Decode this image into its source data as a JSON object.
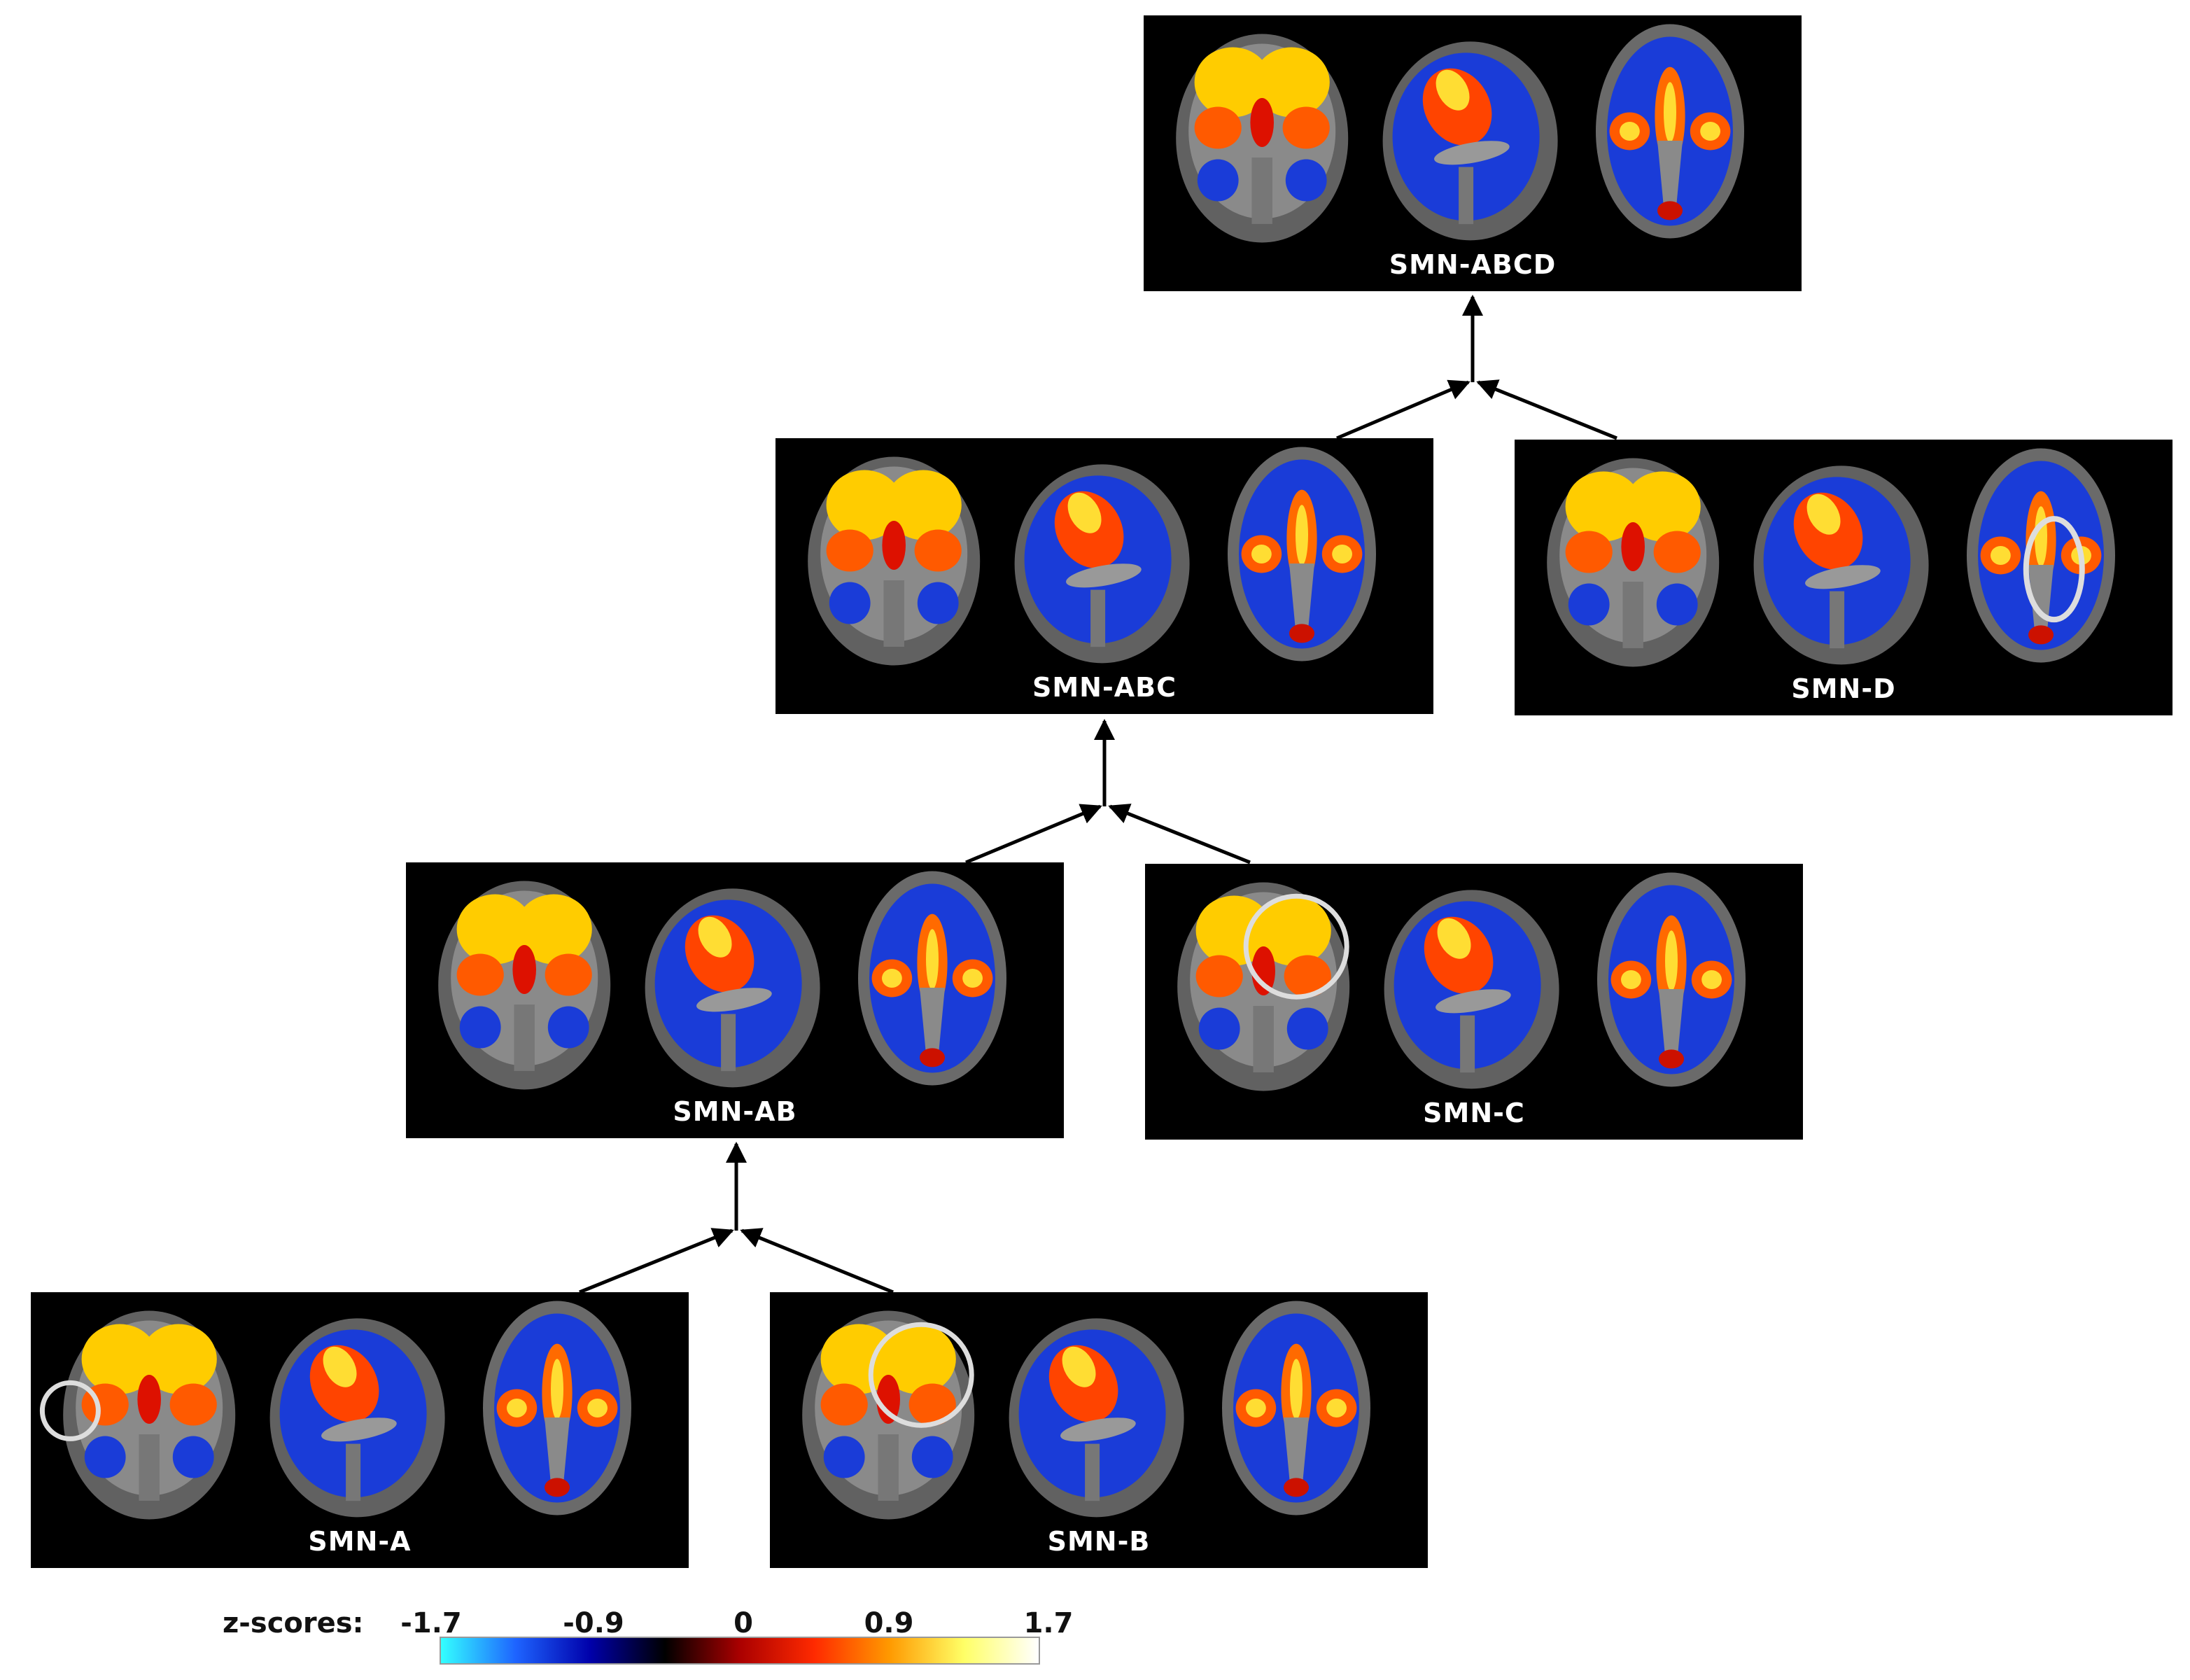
{
  "panels": [
    {
      "id": "abcd",
      "label": "SMN-ABCD",
      "circle": null
    },
    {
      "id": "abc",
      "label": "SMN-ABC",
      "circle": null
    },
    {
      "id": "d",
      "label": "SMN-D",
      "circle": "axial"
    },
    {
      "id": "ab",
      "label": "SMN-AB",
      "circle": null
    },
    {
      "id": "c",
      "label": "SMN-C",
      "circle": "coronal"
    },
    {
      "id": "a",
      "label": "SMN-A",
      "circle": "coronal-left"
    },
    {
      "id": "b",
      "label": "SMN-B",
      "circle": "coronal"
    }
  ],
  "colorbar": {
    "label": "z-scores:",
    "ticks": [
      "-1.7",
      "-0.9",
      "0",
      "0.9",
      "1.7"
    ],
    "colors": [
      "#33ffff",
      "#1e64ff",
      "#0000aa",
      "#000000",
      "#aa0000",
      "#ff2a00",
      "#ff9900",
      "#ffff66",
      "#ffffff"
    ]
  },
  "colors": {
    "background": "#000000",
    "brain_gray": "#8a8a8a",
    "skull_gray": "#b0b0b0",
    "hot": "#ff5a00",
    "cold": "#1a3cd8"
  }
}
